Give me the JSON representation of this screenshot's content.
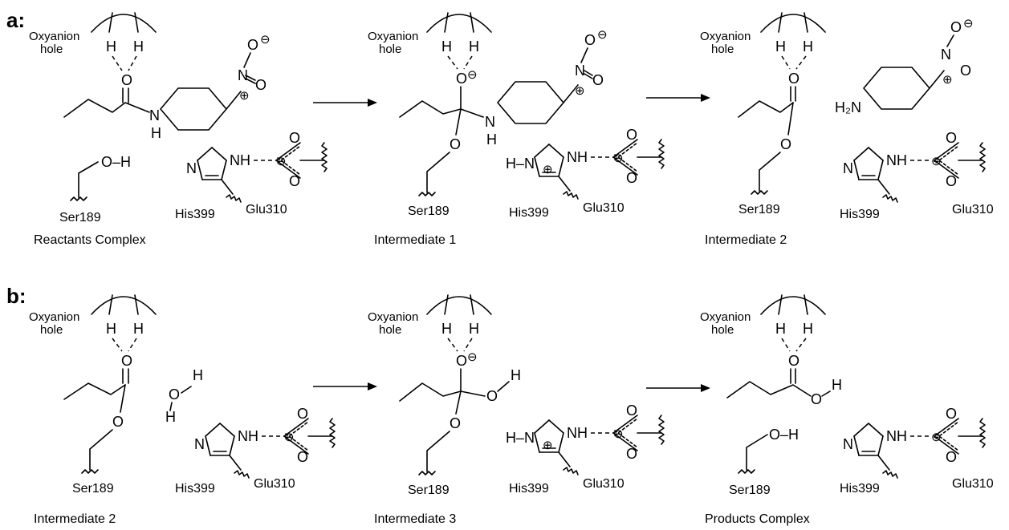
{
  "panels": [
    {
      "letter": "a:",
      "structures": [
        {
          "caption": "Reactants Complex",
          "oxyanion": "Oxyanion\nhole",
          "ser": "Ser189",
          "his": "His399",
          "glu": "Glu310"
        },
        {
          "caption": "Intermediate 1",
          "oxyanion": "Oxyanion\nhole",
          "ser": "Ser189",
          "his": "His399",
          "glu": "Glu310"
        },
        {
          "caption": "Intermediate 2",
          "oxyanion": "Oxyanion\nhole",
          "ser": "Ser189",
          "his": "His399",
          "glu": "Glu310",
          "amine": "H₂N"
        }
      ]
    },
    {
      "letter": "b:",
      "structures": [
        {
          "caption": "Intermediate 2",
          "oxyanion": "Oxyanion\nhole",
          "ser": "Ser189",
          "his": "His399",
          "glu": "Glu310"
        },
        {
          "caption": "Intermediate 3",
          "oxyanion": "Oxyanion\nhole",
          "ser": "Ser189",
          "his": "His399",
          "glu": "Glu310"
        },
        {
          "caption": "Products Complex",
          "oxyanion": "Oxyanion\nhole",
          "ser": "Ser189",
          "his": "His399",
          "glu": "Glu310"
        }
      ]
    }
  ],
  "atoms": {
    "O": "O",
    "H": "H",
    "N": "N",
    "NH": "NH",
    "OH": "O–H",
    "HN": "H–N",
    "minus": "⊖",
    "plus": "⊕"
  }
}
